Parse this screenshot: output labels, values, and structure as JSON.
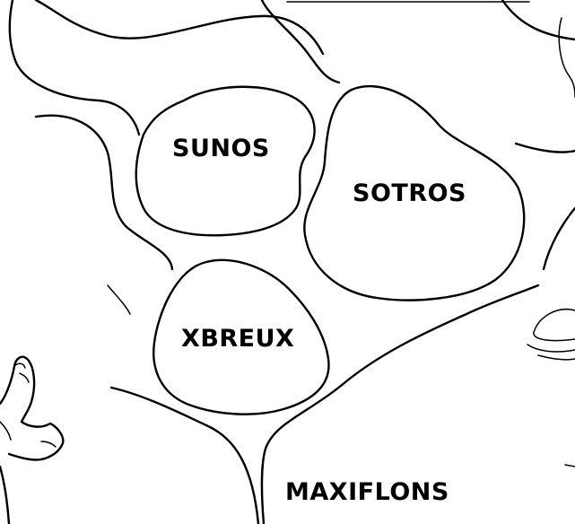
{
  "regions": [
    {
      "id": "sunos",
      "label": "SUNOS"
    },
    {
      "id": "sotros",
      "label": "SOTROS"
    },
    {
      "id": "xbreux",
      "label": "XBREUX"
    },
    {
      "id": "maxiflons",
      "label": "MAXIFLONS"
    }
  ]
}
